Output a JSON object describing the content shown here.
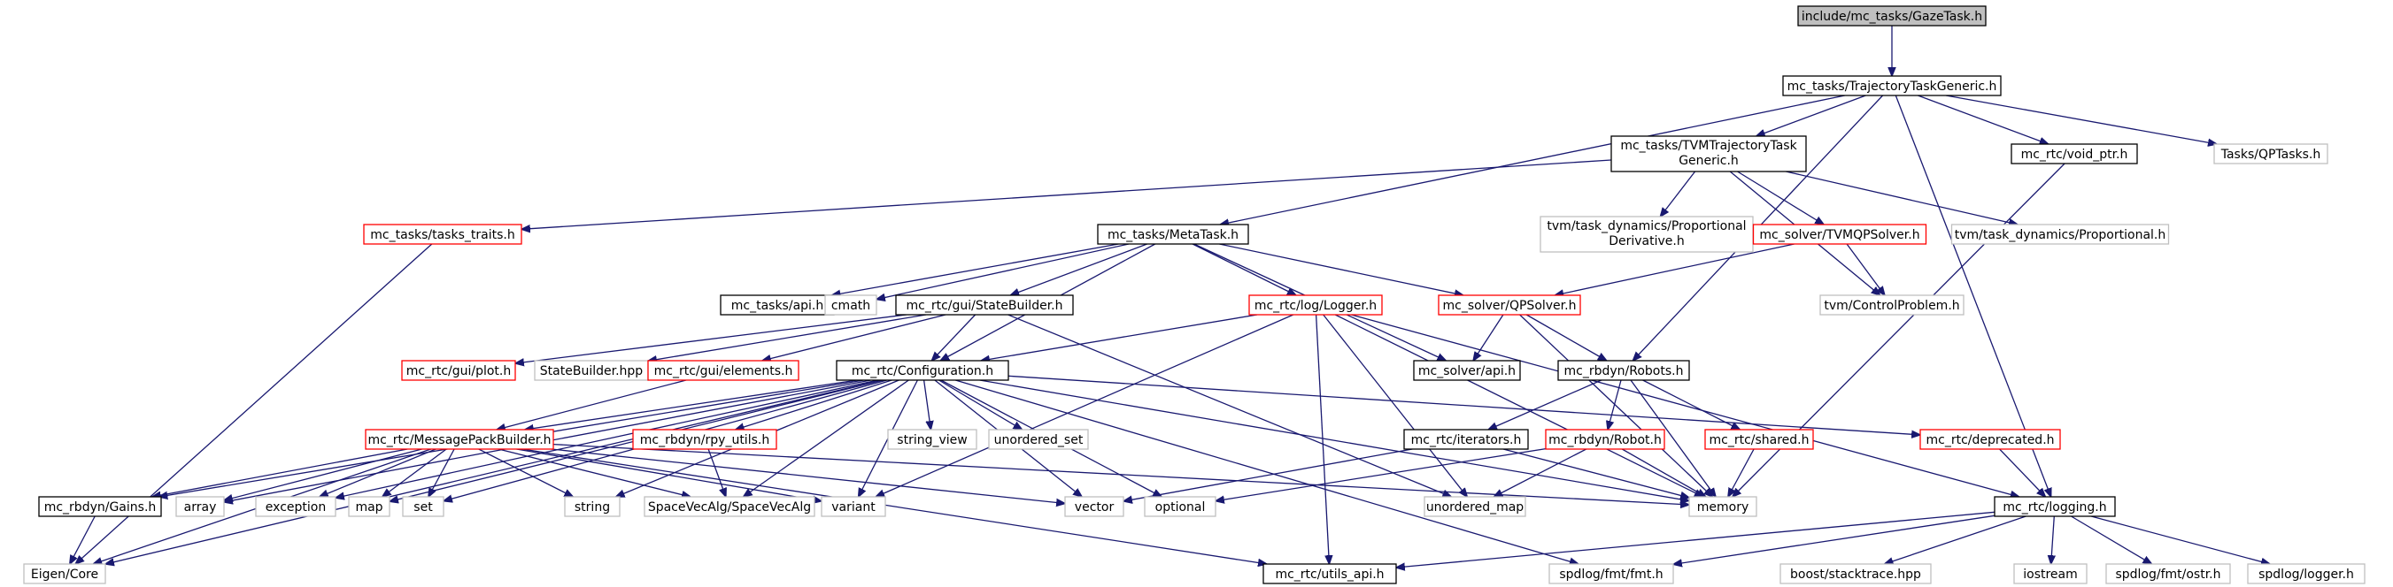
{
  "colors": {
    "edge": "#191970",
    "root_fill": "#bfbfbf",
    "documented_border": "#000000",
    "undocumented_border": "#ff0000",
    "system_border": "#bfbfbf",
    "system_text": "#404040"
  },
  "nodes": [
    {
      "id": "gazetask",
      "label": "include/mc_tasks/GazeTask.h",
      "kind": "root"
    },
    {
      "id": "trajgeneric",
      "label": "mc_tasks/TrajectoryTaskGeneric.h",
      "kind": "doc"
    },
    {
      "id": "tvmtraj",
      "label": "mc_tasks/TVMTrajectoryTask",
      "label2": "Generic.h",
      "kind": "doc"
    },
    {
      "id": "voidptr",
      "label": "mc_rtc/void_ptr.h",
      "kind": "doc"
    },
    {
      "id": "qptasks",
      "label": "Tasks/QPTasks.h",
      "kind": "sys"
    },
    {
      "id": "taskstraits",
      "label": "mc_tasks/tasks_traits.h",
      "kind": "red"
    },
    {
      "id": "metatask",
      "label": "mc_tasks/MetaTask.h",
      "kind": "doc"
    },
    {
      "id": "tvmpropderiv",
      "label": "tvm/task_dynamics/Proportional",
      "label2": "Derivative.h",
      "kind": "sys"
    },
    {
      "id": "tvmqpsolver",
      "label": "mc_solver/TVMQPSolver.h",
      "kind": "red"
    },
    {
      "id": "tvmprop",
      "label": "tvm/task_dynamics/Proportional.h",
      "kind": "sys"
    },
    {
      "id": "tasksapi",
      "label": "mc_tasks/api.h",
      "kind": "doc"
    },
    {
      "id": "cmath",
      "label": "cmath",
      "kind": "sys"
    },
    {
      "id": "statebuilder",
      "label": "mc_rtc/gui/StateBuilder.h",
      "kind": "doc"
    },
    {
      "id": "logger",
      "label": "mc_rtc/log/Logger.h",
      "kind": "red"
    },
    {
      "id": "qpsolver",
      "label": "mc_solver/QPSolver.h",
      "kind": "red"
    },
    {
      "id": "controlproblem",
      "label": "tvm/ControlProblem.h",
      "kind": "sys"
    },
    {
      "id": "guiplot",
      "label": "mc_rtc/gui/plot.h",
      "kind": "red"
    },
    {
      "id": "statebuilderhpp",
      "label": "StateBuilder.hpp",
      "kind": "sys"
    },
    {
      "id": "guielements",
      "label": "mc_rtc/gui/elements.h",
      "kind": "red"
    },
    {
      "id": "configuration",
      "label": "mc_rtc/Configuration.h",
      "kind": "doc"
    },
    {
      "id": "solverapi",
      "label": "mc_solver/api.h",
      "kind": "doc"
    },
    {
      "id": "robots",
      "label": "mc_rbdyn/Robots.h",
      "kind": "doc"
    },
    {
      "id": "msgpack",
      "label": "mc_rtc/MessagePackBuilder.h",
      "kind": "red"
    },
    {
      "id": "rpyutils",
      "label": "mc_rbdyn/rpy_utils.h",
      "kind": "red"
    },
    {
      "id": "stringview",
      "label": "string_view",
      "kind": "sys"
    },
    {
      "id": "unorderedset",
      "label": "unordered_set",
      "kind": "sys"
    },
    {
      "id": "iterators",
      "label": "mc_rtc/iterators.h",
      "kind": "doc"
    },
    {
      "id": "robot",
      "label": "mc_rbdyn/Robot.h",
      "kind": "red"
    },
    {
      "id": "shared",
      "label": "mc_rtc/shared.h",
      "kind": "red"
    },
    {
      "id": "deprecated",
      "label": "mc_rtc/deprecated.h",
      "kind": "red"
    },
    {
      "id": "gains",
      "label": "mc_rbdyn/Gains.h",
      "kind": "doc"
    },
    {
      "id": "array",
      "label": "array",
      "kind": "sys"
    },
    {
      "id": "exception",
      "label": "exception",
      "kind": "sys"
    },
    {
      "id": "map",
      "label": "map",
      "kind": "sys"
    },
    {
      "id": "set",
      "label": "set",
      "kind": "sys"
    },
    {
      "id": "string",
      "label": "string",
      "kind": "sys"
    },
    {
      "id": "spacevec",
      "label": "SpaceVecAlg/SpaceVecAlg",
      "kind": "sys"
    },
    {
      "id": "variant",
      "label": "variant",
      "kind": "sys"
    },
    {
      "id": "vector",
      "label": "vector",
      "kind": "sys"
    },
    {
      "id": "optional",
      "label": "optional",
      "kind": "sys"
    },
    {
      "id": "unorderedmap",
      "label": "unordered_map",
      "kind": "sys"
    },
    {
      "id": "memory",
      "label": "memory",
      "kind": "sys"
    },
    {
      "id": "logging",
      "label": "mc_rtc/logging.h",
      "kind": "doc"
    },
    {
      "id": "eigencore",
      "label": "Eigen/Core",
      "kind": "sys"
    },
    {
      "id": "utilsapi",
      "label": "mc_rtc/utils_api.h",
      "kind": "doc"
    },
    {
      "id": "fmt",
      "label": "spdlog/fmt/fmt.h",
      "kind": "sys"
    },
    {
      "id": "stacktrace",
      "label": "boost/stacktrace.hpp",
      "kind": "sys"
    },
    {
      "id": "iostream",
      "label": "iostream",
      "kind": "sys"
    },
    {
      "id": "ostr",
      "label": "spdlog/fmt/ostr.h",
      "kind": "sys"
    },
    {
      "id": "spdlogger",
      "label": "spdlog/logger.h",
      "kind": "sys"
    }
  ],
  "edges": [
    [
      "gazetask",
      "trajgeneric"
    ],
    [
      "trajgeneric",
      "tvmtraj"
    ],
    [
      "trajgeneric",
      "voidptr"
    ],
    [
      "trajgeneric",
      "qptasks"
    ],
    [
      "trajgeneric",
      "metatask"
    ],
    [
      "trajgeneric",
      "robots"
    ],
    [
      "trajgeneric",
      "logging"
    ],
    [
      "tvmtraj",
      "taskstraits"
    ],
    [
      "tvmtraj",
      "tvmpropderiv"
    ],
    [
      "tvmtraj",
      "tvmqpsolver"
    ],
    [
      "tvmtraj",
      "tvmprop"
    ],
    [
      "tvmtraj",
      "controlproblem"
    ],
    [
      "voidptr",
      "memory"
    ],
    [
      "taskstraits",
      "eigencore"
    ],
    [
      "metatask",
      "tasksapi"
    ],
    [
      "metatask",
      "cmath"
    ],
    [
      "metatask",
      "statebuilder"
    ],
    [
      "metatask",
      "logger"
    ],
    [
      "metatask",
      "qpsolver"
    ],
    [
      "metatask",
      "configuration"
    ],
    [
      "metatask",
      "solverapi"
    ],
    [
      "tvmqpsolver",
      "qpsolver"
    ],
    [
      "tvmqpsolver",
      "controlproblem"
    ],
    [
      "statebuilder",
      "guiplot"
    ],
    [
      "statebuilder",
      "statebuilderhpp"
    ],
    [
      "statebuilder",
      "guielements"
    ],
    [
      "statebuilder",
      "configuration"
    ],
    [
      "statebuilder",
      "unorderedmap"
    ],
    [
      "logger",
      "configuration"
    ],
    [
      "logger",
      "utilsapi"
    ],
    [
      "logger",
      "unorderedmap"
    ],
    [
      "logger",
      "memory"
    ],
    [
      "logger",
      "logging"
    ],
    [
      "logger",
      "variant"
    ],
    [
      "qpsolver",
      "solverapi"
    ],
    [
      "qpsolver",
      "robots"
    ],
    [
      "qpsolver",
      "memory"
    ],
    [
      "guielements",
      "msgpack"
    ],
    [
      "configuration",
      "msgpack"
    ],
    [
      "configuration",
      "rpyutils"
    ],
    [
      "configuration",
      "stringview"
    ],
    [
      "configuration",
      "unorderedset"
    ],
    [
      "configuration",
      "deprecated"
    ],
    [
      "configuration",
      "gains"
    ],
    [
      "configuration",
      "array"
    ],
    [
      "configuration",
      "exception"
    ],
    [
      "configuration",
      "map"
    ],
    [
      "configuration",
      "set"
    ],
    [
      "configuration",
      "string"
    ],
    [
      "configuration",
      "spacevec"
    ],
    [
      "configuration",
      "variant"
    ],
    [
      "configuration",
      "vector"
    ],
    [
      "configuration",
      "optional"
    ],
    [
      "configuration",
      "memory"
    ],
    [
      "configuration",
      "eigencore"
    ],
    [
      "configuration",
      "fmt"
    ],
    [
      "robots",
      "iterators"
    ],
    [
      "robots",
      "robot"
    ],
    [
      "robots",
      "shared"
    ],
    [
      "robots",
      "memory"
    ],
    [
      "msgpack",
      "gains"
    ],
    [
      "msgpack",
      "array"
    ],
    [
      "msgpack",
      "exception"
    ],
    [
      "msgpack",
      "map"
    ],
    [
      "msgpack",
      "set"
    ],
    [
      "msgpack",
      "string"
    ],
    [
      "msgpack",
      "spacevec"
    ],
    [
      "msgpack",
      "variant"
    ],
    [
      "msgpack",
      "vector"
    ],
    [
      "msgpack",
      "memory"
    ],
    [
      "msgpack",
      "eigencore"
    ],
    [
      "msgpack",
      "utilsapi"
    ],
    [
      "rpyutils",
      "spacevec"
    ],
    [
      "iterators",
      "vector"
    ],
    [
      "iterators",
      "memory"
    ],
    [
      "robot",
      "optional"
    ],
    [
      "robot",
      "unorderedmap"
    ],
    [
      "robot",
      "memory"
    ],
    [
      "shared",
      "memory"
    ],
    [
      "deprecated",
      "logging"
    ],
    [
      "gains",
      "eigencore"
    ],
    [
      "logging",
      "utilsapi"
    ],
    [
      "logging",
      "fmt"
    ],
    [
      "logging",
      "stacktrace"
    ],
    [
      "logging",
      "iostream"
    ],
    [
      "logging",
      "ostr"
    ],
    [
      "logging",
      "spdlogger"
    ]
  ]
}
